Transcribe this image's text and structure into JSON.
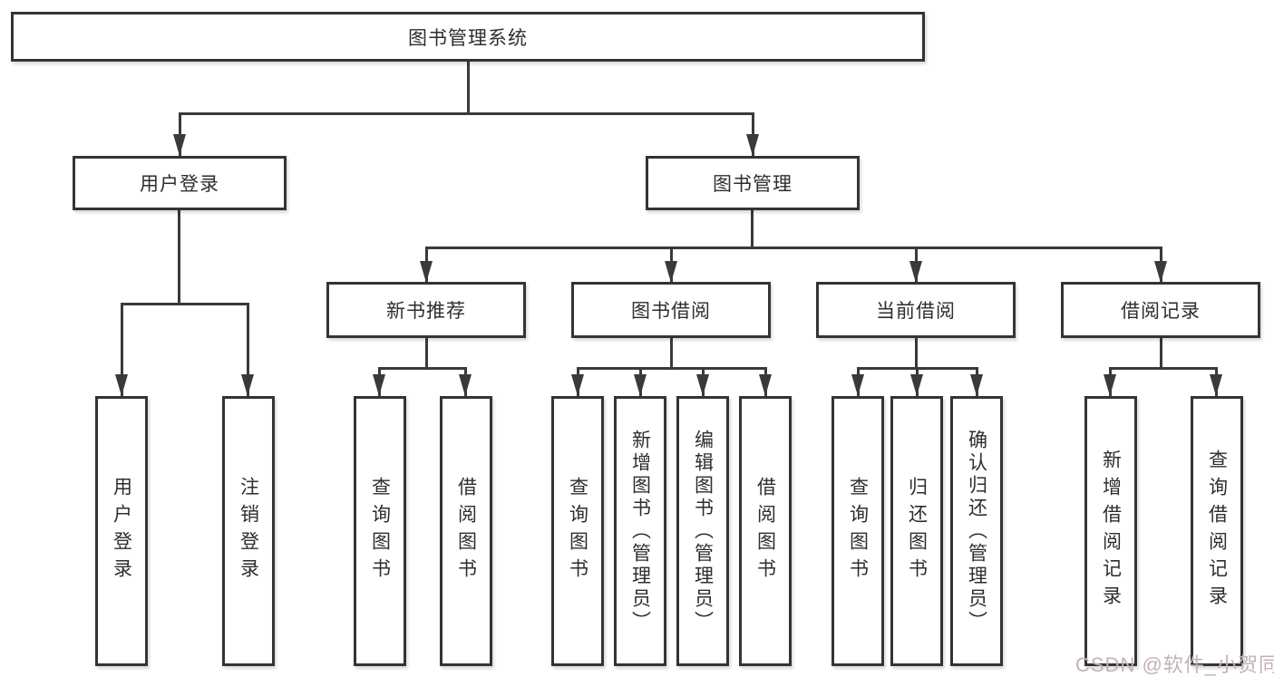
{
  "colors": {
    "line": "#3a3a3a",
    "box_border": "#343434",
    "box_background": "#ffffff",
    "text": "#2e2e2e",
    "watermark_text": "#c2b2b4"
  },
  "tree": {
    "root": {
      "label": "图书管理系统"
    },
    "level2": [
      {
        "label": "用户登录",
        "children": [
          {
            "label": "用户登录"
          },
          {
            "label": "注销登录"
          }
        ]
      },
      {
        "label": "图书管理",
        "groups": [
          {
            "label": "新书推荐",
            "children": [
              {
                "label": "查询图书"
              },
              {
                "label": "借阅图书"
              }
            ]
          },
          {
            "label": "图书借阅",
            "children": [
              {
                "label": "查询图书"
              },
              {
                "label": "新增图书（管理员）"
              },
              {
                "label": "编辑图书（管理员）"
              },
              {
                "label": "借阅图书"
              }
            ]
          },
          {
            "label": "当前借阅",
            "children": [
              {
                "label": "查询图书"
              },
              {
                "label": "归还图书"
              },
              {
                "label": "确认归还（管理员）"
              }
            ]
          },
          {
            "label": "借阅记录",
            "children": [
              {
                "label": "新增借阅记录"
              },
              {
                "label": "查询借阅记录"
              }
            ]
          }
        ]
      }
    ]
  },
  "watermark": {
    "text": "CSDN @软件_小贺同学"
  }
}
